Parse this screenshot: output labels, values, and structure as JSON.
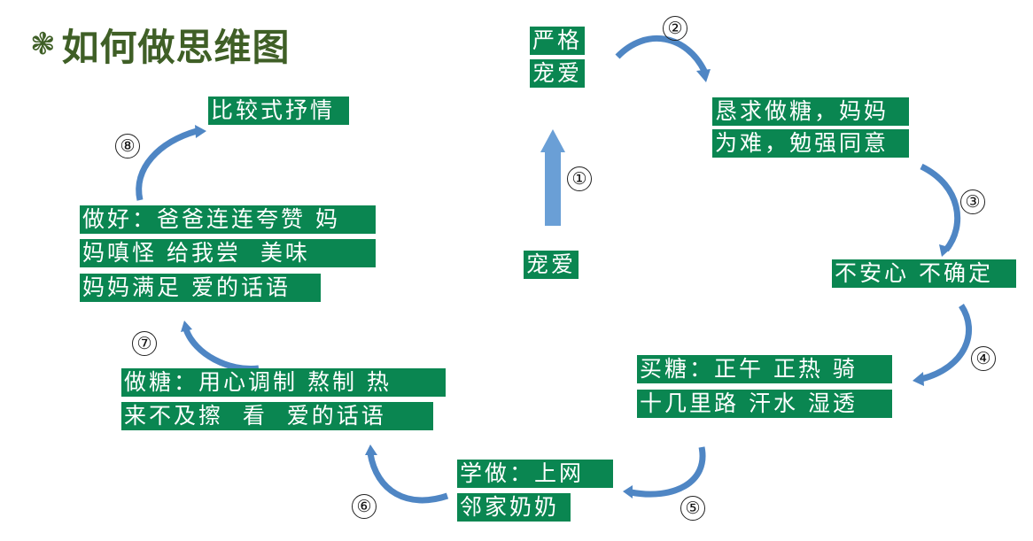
{
  "title": {
    "bullet": "❃",
    "text": "如何做思维图"
  },
  "colors": {
    "box_bg": "#0a8651",
    "box_text": "#ffffff",
    "title": "#3f5f26",
    "arrow": "#5b8fc9"
  },
  "nodes": {
    "start": {
      "lines": [
        "宠爱"
      ]
    },
    "top": {
      "lines": [
        "严格",
        "宠爱"
      ]
    },
    "plead": {
      "lines": [
        "恳求做糖，妈妈",
        "为难，勉强同意"
      ]
    },
    "uneasy": {
      "lines": [
        "不安心 不确定"
      ]
    },
    "buy": {
      "lines": [
        "买糖：正午 正热 骑",
        "十几里路 汗水 湿透"
      ]
    },
    "learn": {
      "lines": [
        "学做：上网",
        "邻家奶奶"
      ]
    },
    "make": {
      "lines": [
        "做糖：用心调制 熬制 热",
        "来不及擦  看  爱的话语"
      ]
    },
    "done": {
      "lines": [
        "做好：爸爸连连夸赞 妈",
        "妈嗔怪 给我尝  美味",
        "妈妈满足 爱的话语"
      ]
    },
    "compare": {
      "lines": [
        "比较式抒情"
      ]
    }
  },
  "steps": [
    "①",
    "②",
    "③",
    "④",
    "⑤",
    "⑥",
    "⑦",
    "⑧"
  ]
}
